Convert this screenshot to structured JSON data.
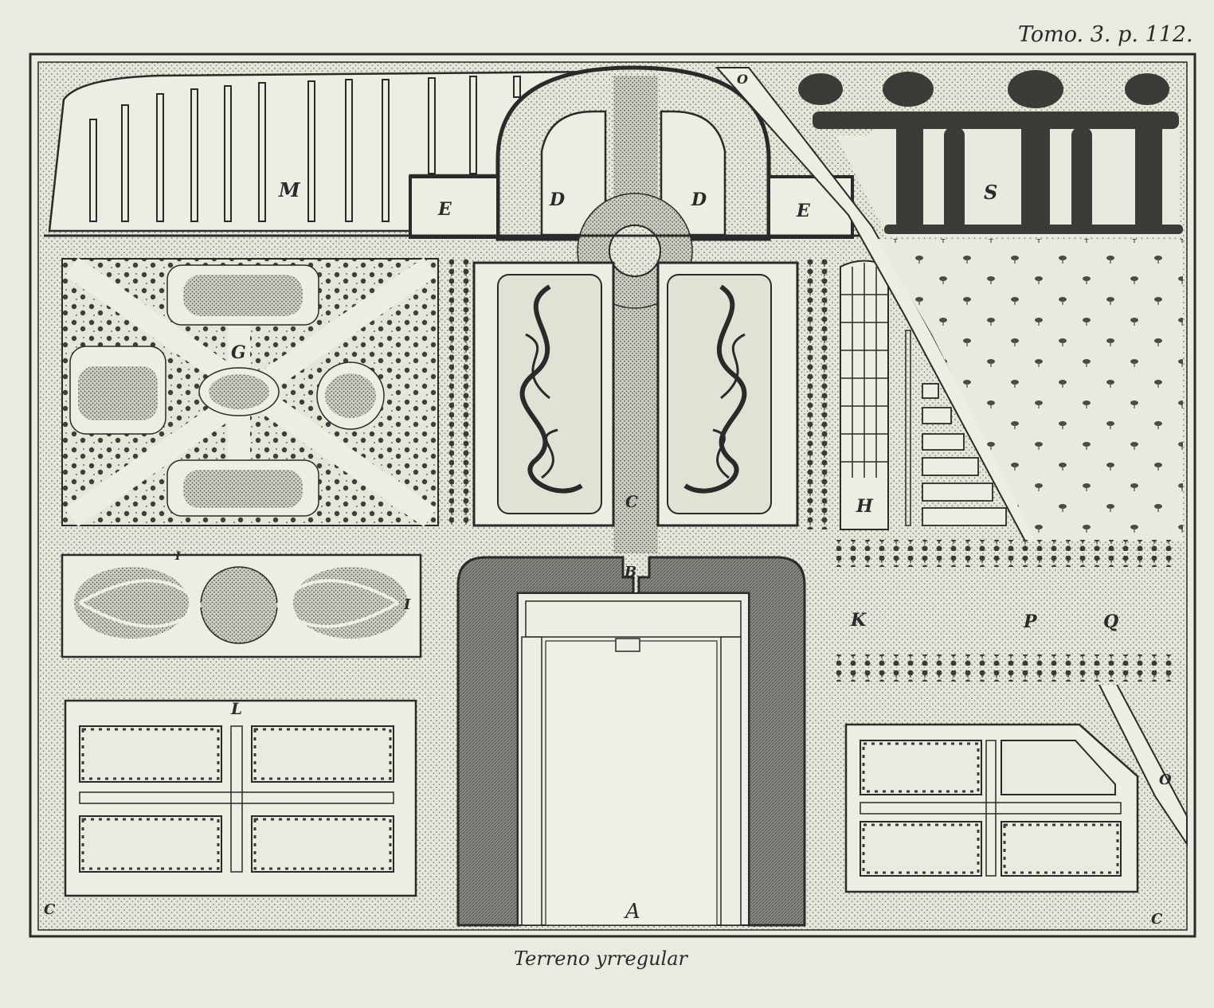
{
  "plate": {
    "reference": "Tomo. 3. p. 112.",
    "caption": "Terreno yrregular"
  },
  "letters": {
    "A": "A",
    "B": "B",
    "C": "C",
    "D": "D",
    "E": "E",
    "G": "G",
    "H": "H",
    "I": "I",
    "K": "K",
    "L": "L",
    "M": "M",
    "O": "O",
    "P": "P",
    "Q": "Q",
    "S": "S"
  },
  "colors": {
    "paper": "#e9ebe0",
    "ink": "#2a2a2a",
    "stipple": "#8a8a86",
    "bosquet": "#4a4a48"
  }
}
